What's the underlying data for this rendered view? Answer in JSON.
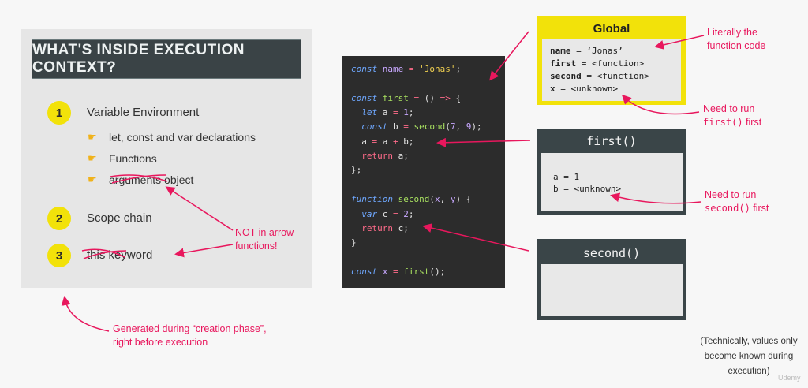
{
  "slide": {
    "title": "WHAT'S INSIDE EXECUTION CONTEXT?",
    "items": [
      {
        "num": "1",
        "label": "Variable Environment"
      },
      {
        "num": "2",
        "label": "Scope chain"
      },
      {
        "num": "3",
        "label": "this keyword"
      }
    ],
    "bullets": [
      "let, const and var declarations",
      "Functions",
      "arguments object"
    ],
    "note_arrow": "NOT in arrow functions!",
    "note_creation": "Generated during “creation phase”, right before execution"
  },
  "code": [
    "const name = 'Jonas';",
    "",
    "const first = () => {",
    "  let a = 1;",
    "  const b = second(7, 9);",
    "  a = a + b;",
    "  return a;",
    "};",
    "",
    "function second(x, y) {",
    "  var c = 2;",
    "  return c;",
    "}",
    "",
    "const x = first();"
  ],
  "contexts": {
    "global": {
      "title": "Global",
      "lines": [
        {
          "key": "name",
          "val": " = ‘Jonas’"
        },
        {
          "key": "first",
          "val": " = <function>"
        },
        {
          "key": "second",
          "val": " = <function>"
        },
        {
          "key": "x",
          "val": " = <unknown>"
        }
      ]
    },
    "first": {
      "title": "first()",
      "lines": [
        "a = 1",
        "b = <unknown>"
      ]
    },
    "second": {
      "title": "second()"
    }
  },
  "annotations": {
    "literally": "Literally the function code",
    "need_first_prefix": "Need to run",
    "need_first_code": "first()",
    "need_first_suffix": " first",
    "need_second_prefix": "Need to run",
    "need_second_code": "second()",
    "need_second_suffix": " first"
  },
  "footnote": "(Technically, values only become known during execution)",
  "brand": "Udemy",
  "colors": {
    "accent_red": "#e8175d",
    "yellow": "#f2e20a",
    "dark_panel": "#3a4548"
  }
}
